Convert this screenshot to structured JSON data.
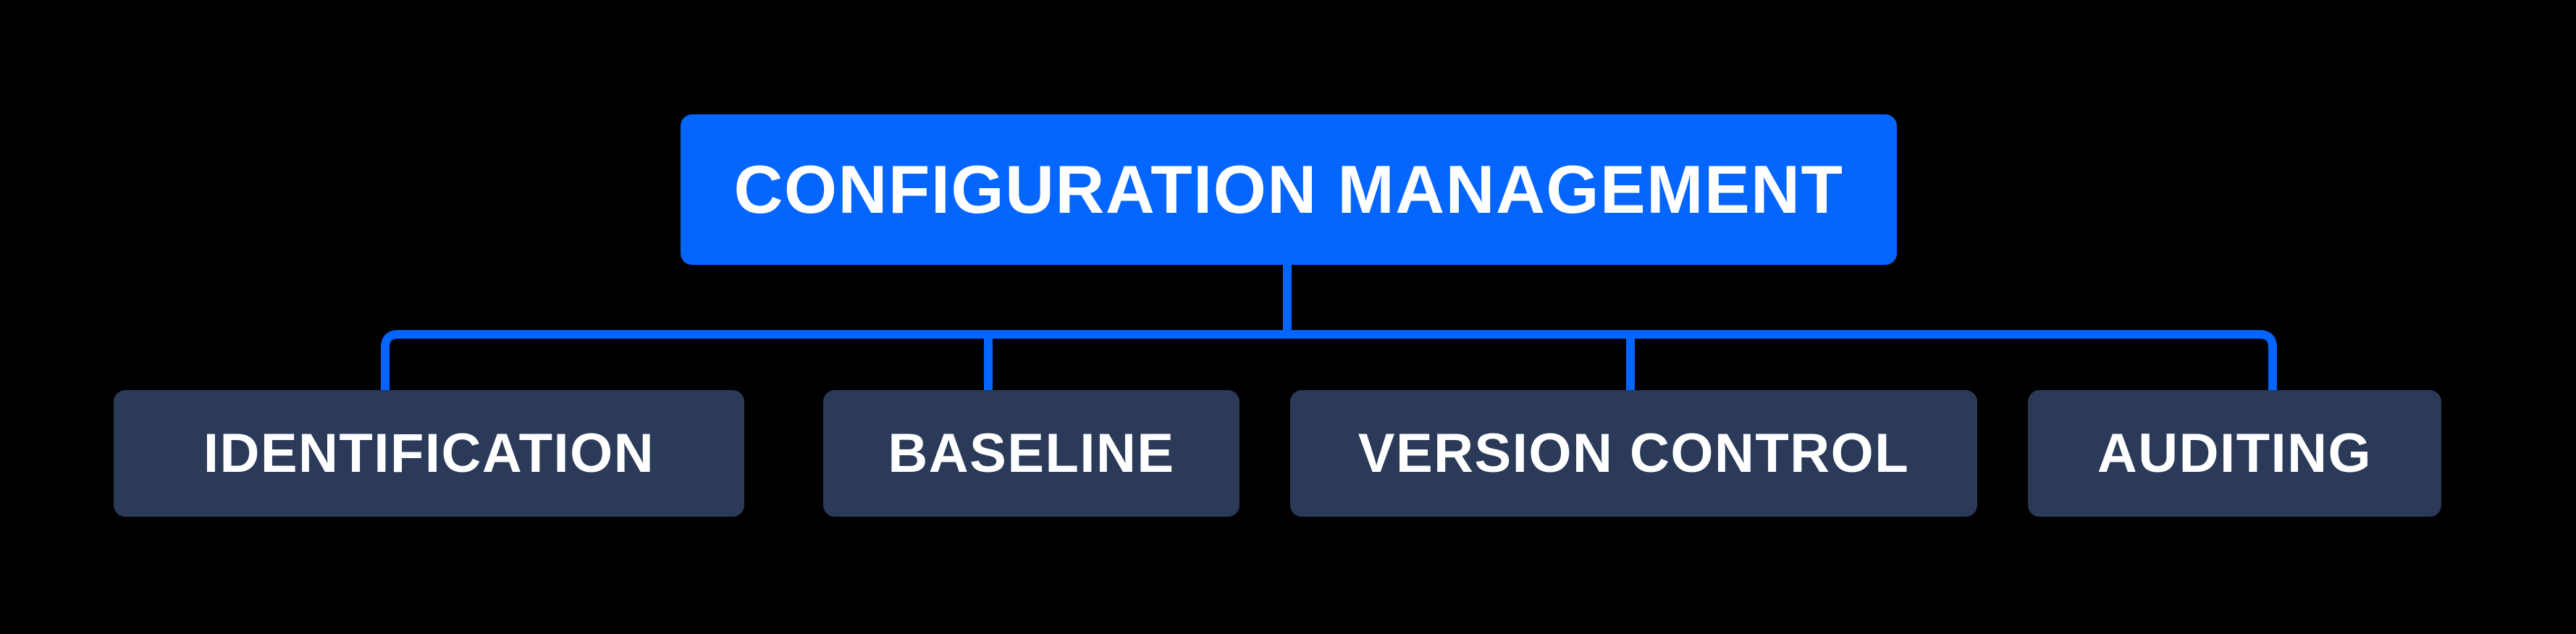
{
  "diagram": {
    "type": "hierarchy",
    "root": {
      "label": "CONFIGURATION MANAGEMENT"
    },
    "children": [
      {
        "label": "IDENTIFICATION"
      },
      {
        "label": "BASELINE"
      },
      {
        "label": "VERSION CONTROL"
      },
      {
        "label": "AUDITING"
      }
    ],
    "colors": {
      "background": "#000000",
      "root_box": "#0565FF",
      "child_box": "#2A3A58",
      "connector": "#0565FF",
      "label_text": "#FFFFFF"
    }
  }
}
